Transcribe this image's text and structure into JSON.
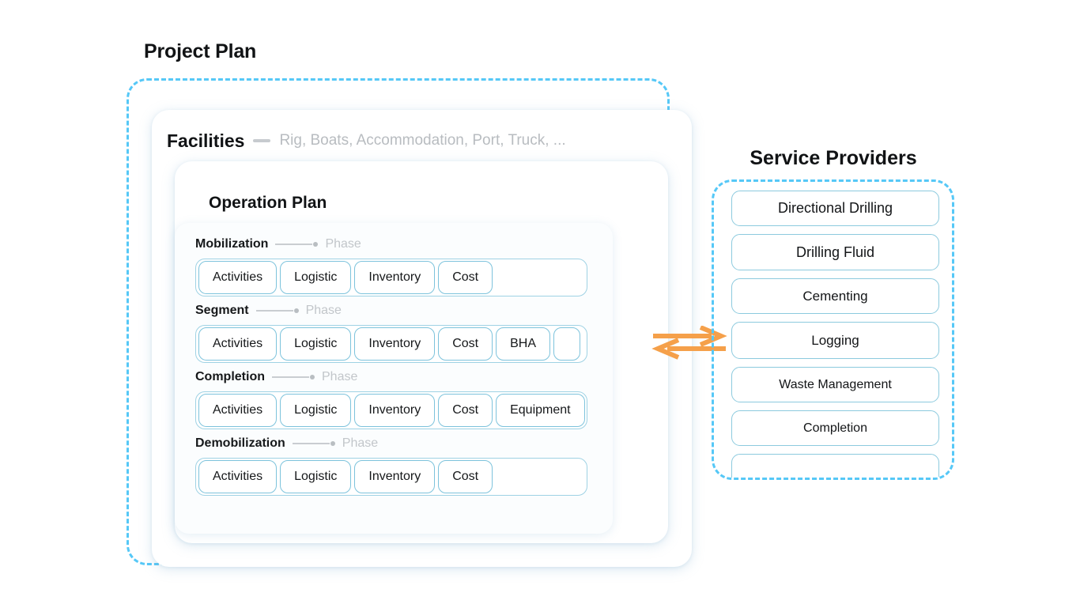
{
  "colors": {
    "dashed_border": "#56c8f7",
    "chip_border": "#7dc3dc",
    "provider_border": "#8ccade",
    "arrow": "#f5a04a",
    "text": "#111315",
    "muted_text": "#c2c6ca"
  },
  "project_plan": {
    "title": "Project Plan",
    "facilities": {
      "label": "Facilities",
      "examples": "Rig, Boats, Accommodation, Port, Truck, ..."
    },
    "operation_plan": {
      "title": "Operation Plan",
      "phase_label": "Phase",
      "phases": [
        {
          "name": "Mobilization",
          "sub": "Phase",
          "chips": [
            "Activities",
            "Logistic",
            "Inventory",
            "Cost"
          ],
          "has_overflow_chip": false
        },
        {
          "name": "Segment",
          "sub": "Phase",
          "chips": [
            "Activities",
            "Logistic",
            "Inventory",
            "Cost",
            "BHA"
          ],
          "has_overflow_chip": true
        },
        {
          "name": "Completion",
          "sub": "Phase",
          "chips": [
            "Activities",
            "Logistic",
            "Inventory",
            "Cost",
            "Equipment"
          ],
          "has_overflow_chip": true
        },
        {
          "name": "Demobilization",
          "sub": "Phase",
          "chips": [
            "Activities",
            "Logistic",
            "Inventory",
            "Cost"
          ],
          "has_overflow_chip": false
        }
      ]
    }
  },
  "service_providers": {
    "title": "Service Providers",
    "items": [
      "Directional Drilling",
      "Drilling Fluid",
      "Cementing",
      "Logging",
      "Waste Management",
      "Completion",
      ""
    ]
  },
  "arrows": {
    "right_arrow_icon": "arrow-right-icon",
    "left_arrow_icon": "arrow-left-icon"
  }
}
